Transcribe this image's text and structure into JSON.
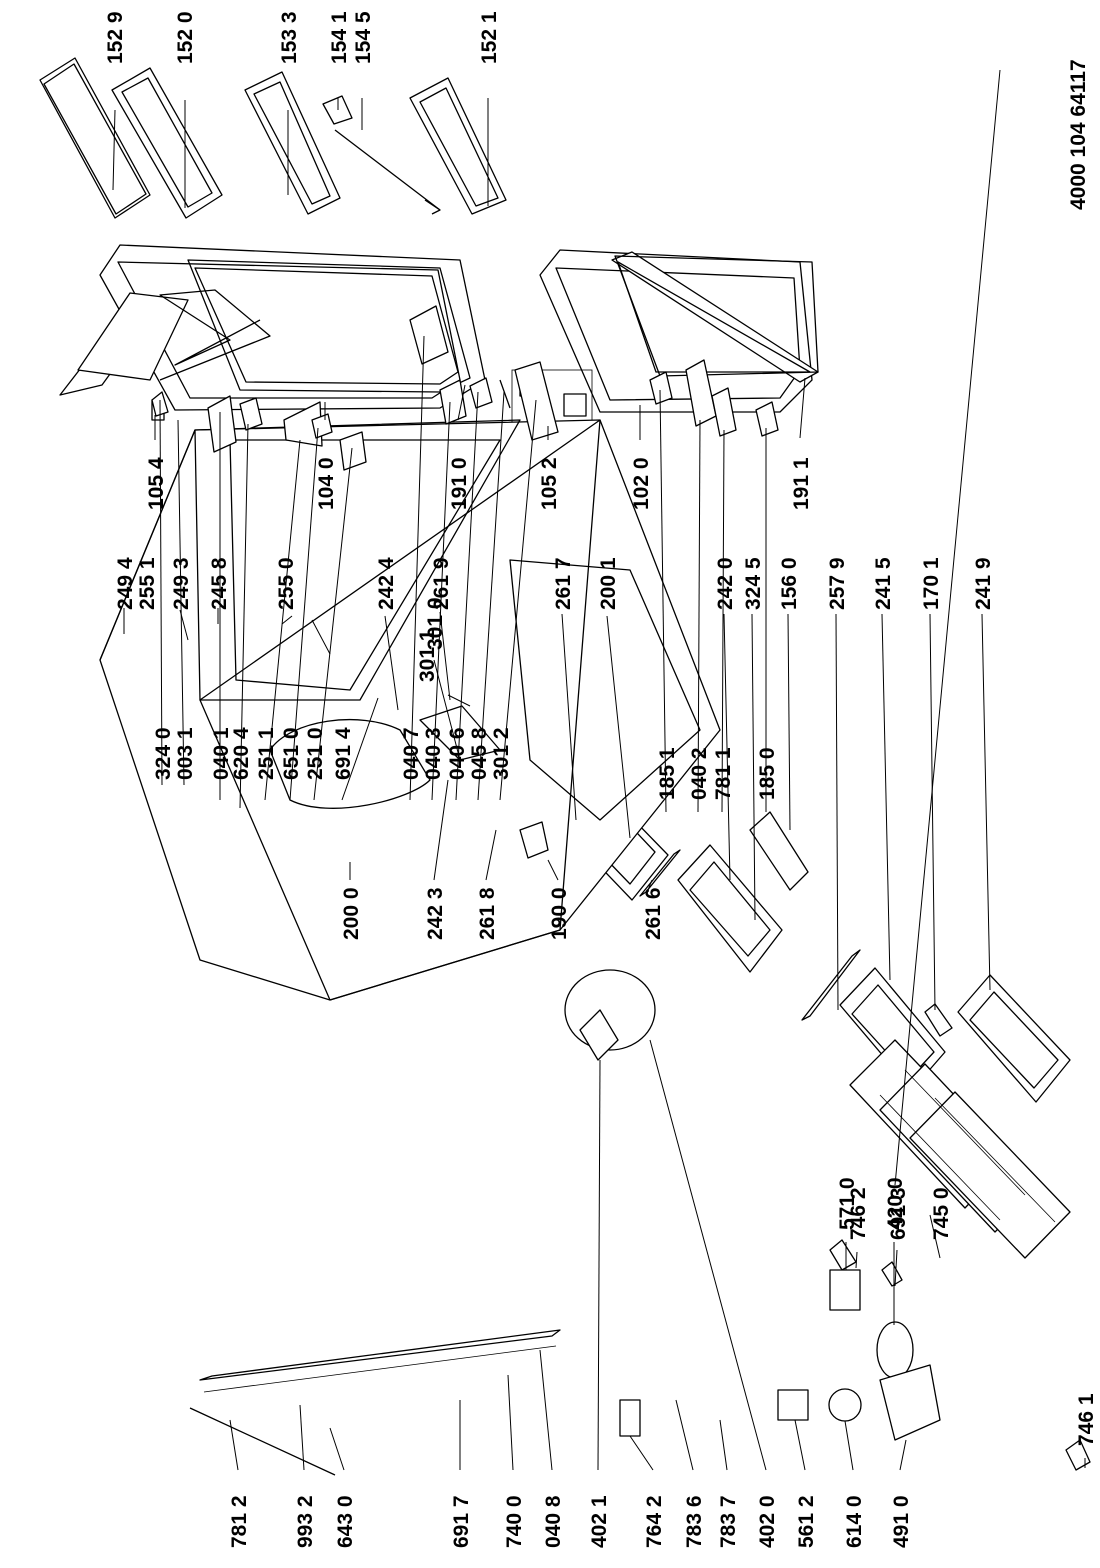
{
  "document_number": "4000 104 64117",
  "parts": [
    {
      "id": "p1529",
      "label": "152 9"
    },
    {
      "id": "p1520",
      "label": "152 0"
    },
    {
      "id": "p1533",
      "label": "153 3"
    },
    {
      "id": "p1541",
      "label": "154 1"
    },
    {
      "id": "p1545",
      "label": "154 5"
    },
    {
      "id": "p1521",
      "label": "152 1"
    },
    {
      "id": "p1054",
      "label": "105 4"
    },
    {
      "id": "p1040",
      "label": "104 0"
    },
    {
      "id": "p1910",
      "label": "191 0"
    },
    {
      "id": "p1052",
      "label": "105 2"
    },
    {
      "id": "p1020",
      "label": "102 0"
    },
    {
      "id": "p1911",
      "label": "191 1"
    },
    {
      "id": "p2494",
      "label": "249 4"
    },
    {
      "id": "p2551",
      "label": "255 1"
    },
    {
      "id": "p2493",
      "label": "249 3"
    },
    {
      "id": "p2458",
      "label": "245 8"
    },
    {
      "id": "p2550",
      "label": "255 0"
    },
    {
      "id": "p2424",
      "label": "242 4"
    },
    {
      "id": "p2619",
      "label": "261 9"
    },
    {
      "id": "p2617",
      "label": "261 7"
    },
    {
      "id": "p2001",
      "label": "200 1"
    },
    {
      "id": "p2420",
      "label": "242 0"
    },
    {
      "id": "p3245",
      "label": "324 5"
    },
    {
      "id": "p1560",
      "label": "156 0"
    },
    {
      "id": "p2579",
      "label": "257 9"
    },
    {
      "id": "p2415",
      "label": "241 5"
    },
    {
      "id": "p1701",
      "label": "170 1"
    },
    {
      "id": "p2419",
      "label": "241 9"
    },
    {
      "id": "p2000",
      "label": "200 0"
    },
    {
      "id": "p2423",
      "label": "242 3"
    },
    {
      "id": "p2618",
      "label": "261 8"
    },
    {
      "id": "p1900",
      "label": "190 0"
    },
    {
      "id": "p2616",
      "label": "261 6"
    },
    {
      "id": "p3240",
      "label": "324 0"
    },
    {
      "id": "p0031",
      "label": "003 1"
    },
    {
      "id": "p0401",
      "label": "040 1"
    },
    {
      "id": "p6204",
      "label": "620 4"
    },
    {
      "id": "p2511",
      "label": "251 1"
    },
    {
      "id": "p6510",
      "label": "651 0"
    },
    {
      "id": "p2510",
      "label": "251 0"
    },
    {
      "id": "p6914",
      "label": "691 4"
    },
    {
      "id": "p0407",
      "label": "040 7"
    },
    {
      "id": "p0403",
      "label": "040 3"
    },
    {
      "id": "p0406",
      "label": "040 6"
    },
    {
      "id": "p0458",
      "label": "045 8"
    },
    {
      "id": "p3012",
      "label": "301 2"
    },
    {
      "id": "p3010",
      "label": "301 0"
    },
    {
      "id": "p3011",
      "label": "301 1"
    },
    {
      "id": "p1851",
      "label": "185 1"
    },
    {
      "id": "p0402",
      "label": "040 2"
    },
    {
      "id": "p7811",
      "label": "781 1"
    },
    {
      "id": "p1850",
      "label": "185 0"
    },
    {
      "id": "p7462",
      "label": "746 2"
    },
    {
      "id": "p6913",
      "label": "691 3"
    },
    {
      "id": "p7450",
      "label": "745 0"
    },
    {
      "id": "p7461",
      "label": "746 1"
    },
    {
      "id": "p5710",
      "label": "571 0"
    },
    {
      "id": "p4200",
      "label": "420 0"
    },
    {
      "id": "p7812",
      "label": "781 2"
    },
    {
      "id": "p9932",
      "label": "993 2"
    },
    {
      "id": "p6430",
      "label": "643 0"
    },
    {
      "id": "p6917",
      "label": "691 7"
    },
    {
      "id": "p7400",
      "label": "740 0"
    },
    {
      "id": "p0408",
      "label": "040 8"
    },
    {
      "id": "p4021",
      "label": "402 1"
    },
    {
      "id": "p7642",
      "label": "764 2"
    },
    {
      "id": "p7836",
      "label": "783 6"
    },
    {
      "id": "p7837",
      "label": "783 7"
    },
    {
      "id": "p4020",
      "label": "402 0"
    },
    {
      "id": "p5612",
      "label": "561 2"
    },
    {
      "id": "p6140",
      "label": "614 0"
    },
    {
      "id": "p4910",
      "label": "491 0"
    }
  ]
}
